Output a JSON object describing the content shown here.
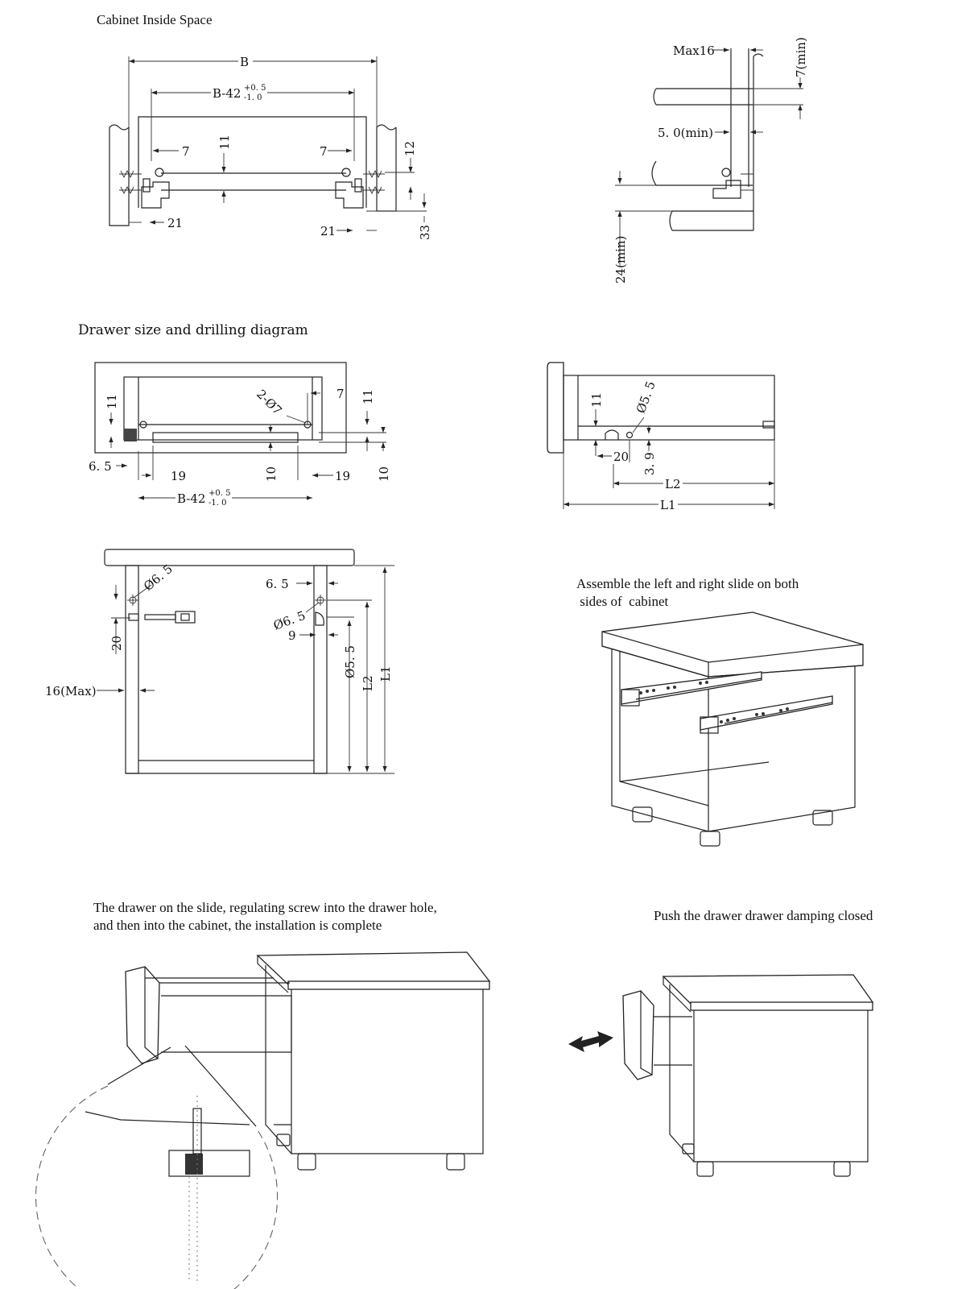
{
  "titles": {
    "cabinet_inside_space": "Cabinet Inside Space",
    "drawer_size_drilling": "Drawer size and drilling diagram"
  },
  "captions": {
    "assemble_line1": "Assemble the left and right slide on both",
    "assemble_line2": " sides of  cabinet",
    "install_line1": "The drawer on the slide, regulating screw into the drawer hole,",
    "install_line2": "and then into the cabinet, the installation is complete",
    "push": "Push the drawer drawer damping closed"
  },
  "dims": {
    "B": "B",
    "B42": "B-42",
    "tol_plus": "+0. 5",
    "tol_minus": "-1. 0",
    "d7": "7",
    "d11": "11",
    "d12": "12",
    "d21": "21",
    "d33": "33",
    "max16": "Max16",
    "min7": "7(min)",
    "min5": "5. 0(min)",
    "min24": "24(min)",
    "holes": "2-Ø7",
    "d65": "6. 5",
    "d19": "19",
    "d10": "10",
    "phi55": "Ø5. 5",
    "d20": "20",
    "d39": "3. 9",
    "L2": "L2",
    "L1": "L1",
    "phi65": "Ø6. 5",
    "d9": "9",
    "max16b": "16(Max)"
  },
  "colors": {
    "line": "#222222",
    "background": "#ffffff"
  }
}
